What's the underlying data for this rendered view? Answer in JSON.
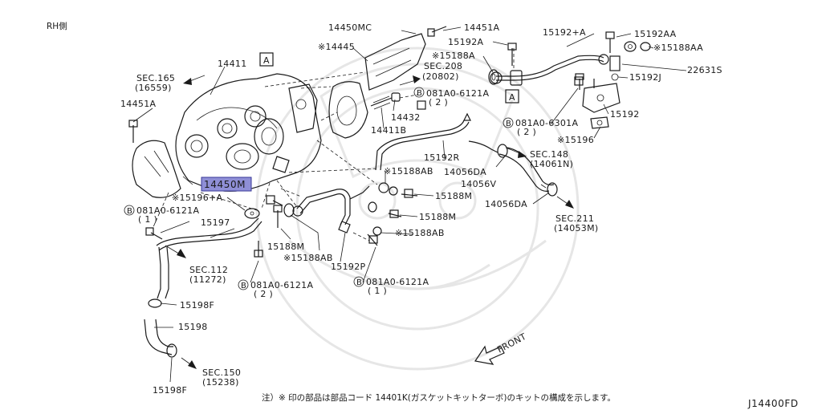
{
  "page": {
    "corner_label": "RH側",
    "diagram_code": "J14400FD",
    "footnote": "注）※ 印の部品は部品コード 14401K(ガスケットキットターボ)のキットの構成を示します。",
    "front_label": "FRONT"
  },
  "highlight": {
    "part": "14450M",
    "color": "#8f8fd6"
  },
  "refs": {
    "ref_a_top": "A",
    "ref_a_right": "A"
  },
  "labels": {
    "l14411": "14411",
    "sec165": "SEC.165",
    "sec165_sub": "(16559)",
    "l14451a_left": "14451A",
    "l14450mc": "14450MC",
    "l14451a_top": "14451A",
    "l14445": "※14445",
    "sec208": "SEC.208",
    "sec208_sub": "(20802)",
    "l15192a": "15192A",
    "l15188a": "※15188A",
    "l15192plusa": "15192+A",
    "l15192aa": "15192AA",
    "l15188aa": "※15188AA",
    "l22631s": "22631S",
    "l15192j": "15192J",
    "b081a0_top": "081A0-6121A",
    "b081a0_top_q": "( 2 )",
    "l14432": "14432",
    "l14411b": "14411B",
    "b081a0_6301": "081A0-6301A",
    "b081a0_6301_q": "( 2 )",
    "l15192": "15192",
    "l15196": "※15196",
    "l15192r": "15192R",
    "sec148": "SEC.148",
    "sec148_sub": "(14061N)",
    "l15188ab_mid": "※15188AB",
    "l14056da_top": "14056DA",
    "l14056v": "14056V",
    "l15188m_right": "15188M",
    "l14056da_bot": "14056DA",
    "l14450m": "14450M",
    "l15196plusa": "※15196+A",
    "b081a0_left": "081A0-6121A",
    "b081a0_left_q": "( 1 )",
    "l15197": "15197",
    "l15188m_mid": "15188M",
    "l15188ab_low": "※15188AB",
    "l15188m_low": "15188M",
    "l15188ab_right": "※15188AB",
    "sec211": "SEC.211",
    "sec211_sub": "(14053M)",
    "sec112": "SEC.112",
    "sec112_sub": "(11272)",
    "b081a0_bot": "081A0-6121A",
    "b081a0_bot_q": "( 2 )",
    "l15192p": "15192P",
    "b081a0_botr": "081A0-6121A",
    "b081a0_botr_q": "( 1 )",
    "l15198f_top": "15198F",
    "l15198": "15198",
    "sec150": "SEC.150",
    "sec150_sub": "(15238)",
    "l15198f_bot": "15198F"
  }
}
